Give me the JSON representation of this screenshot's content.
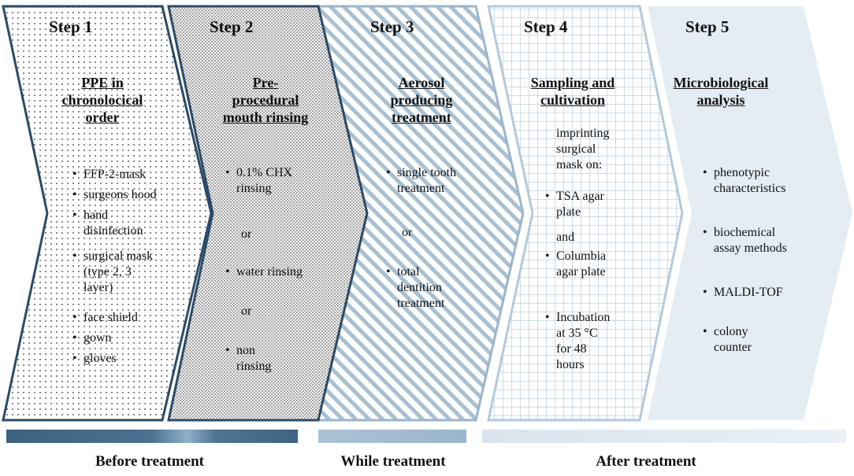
{
  "steps": [
    {
      "title": "Step 1",
      "heading": [
        "PPE in",
        "chronolocical",
        "order"
      ],
      "items": [
        {
          "bullet": true,
          "lines": [
            "FFP-2-mask"
          ]
        },
        {
          "bullet": true,
          "lines": [
            "surgeons hood"
          ]
        },
        {
          "bullet": true,
          "lines": [
            "hand",
            "disinfection"
          ]
        },
        {
          "bullet": true,
          "lines": [
            "surgical mask",
            "(type 2, 3",
            "layer)"
          ]
        },
        {
          "bullet": true,
          "lines": [
            "face shield"
          ]
        },
        {
          "bullet": true,
          "lines": [
            "gown"
          ]
        },
        {
          "bullet": true,
          "lines": [
            "gloves"
          ]
        }
      ]
    },
    {
      "title": "Step 2",
      "heading": [
        "Pre-",
        "procedural",
        "mouth rinsing"
      ],
      "items": [
        {
          "bullet": true,
          "lines": [
            "0.1% CHX",
            "rinsing"
          ]
        },
        {
          "bullet": false,
          "lines": [
            "or"
          ]
        },
        {
          "bullet": true,
          "lines": [
            "water rinsing"
          ]
        },
        {
          "bullet": false,
          "lines": [
            "or"
          ]
        },
        {
          "bullet": true,
          "lines": [
            "non",
            "rinsing"
          ]
        }
      ]
    },
    {
      "title": "Step 3",
      "heading": [
        "Aerosol",
        "producing",
        "treatment"
      ],
      "items": [
        {
          "bullet": true,
          "lines": [
            "single tooth",
            "treatment"
          ]
        },
        {
          "bullet": false,
          "lines": [
            "or"
          ]
        },
        {
          "bullet": true,
          "lines": [
            "total",
            "dentition",
            "treatment"
          ]
        }
      ]
    },
    {
      "title": "Step 4",
      "heading": [
        "Sampling and",
        "cultivation"
      ],
      "items": [
        {
          "bullet": false,
          "lines": [
            "imprinting",
            "surgical",
            "mask on:"
          ]
        },
        {
          "bullet": true,
          "lines": [
            "TSA agar",
            "plate"
          ]
        },
        {
          "bullet": false,
          "lines": [
            "and"
          ]
        },
        {
          "bullet": true,
          "lines": [
            "Columbia",
            "agar plate"
          ]
        },
        {
          "bullet": true,
          "lines": [
            "Incubation",
            "at 35 °C",
            "for 48",
            "hours"
          ]
        }
      ]
    },
    {
      "title": "Step 5",
      "heading": [
        "Microbiological",
        "analysis"
      ],
      "items": [
        {
          "bullet": true,
          "lines": [
            "phenotypic",
            "characteristics"
          ]
        },
        {
          "bullet": true,
          "lines": [
            "biochemical",
            "assay methods"
          ]
        },
        {
          "bullet": true,
          "lines": [
            "MALDI-TOF"
          ]
        },
        {
          "bullet": true,
          "lines": [
            "colony",
            "counter"
          ]
        }
      ]
    }
  ],
  "phases": [
    {
      "label": "Before treatment"
    },
    {
      "label": "While treatment"
    },
    {
      "label": "After treatment"
    }
  ],
  "colors": {
    "step1_stroke": "#2b4a66",
    "step2_stroke": "#2b4a66",
    "step3_stroke": "#9bb6cc",
    "step4_stroke": "#b9cee0",
    "step5_fill": "#e6eef5",
    "bar_dark": "#3d6480",
    "bar_mid": "#9fbad0",
    "bar_light": "#dfe8f0"
  }
}
